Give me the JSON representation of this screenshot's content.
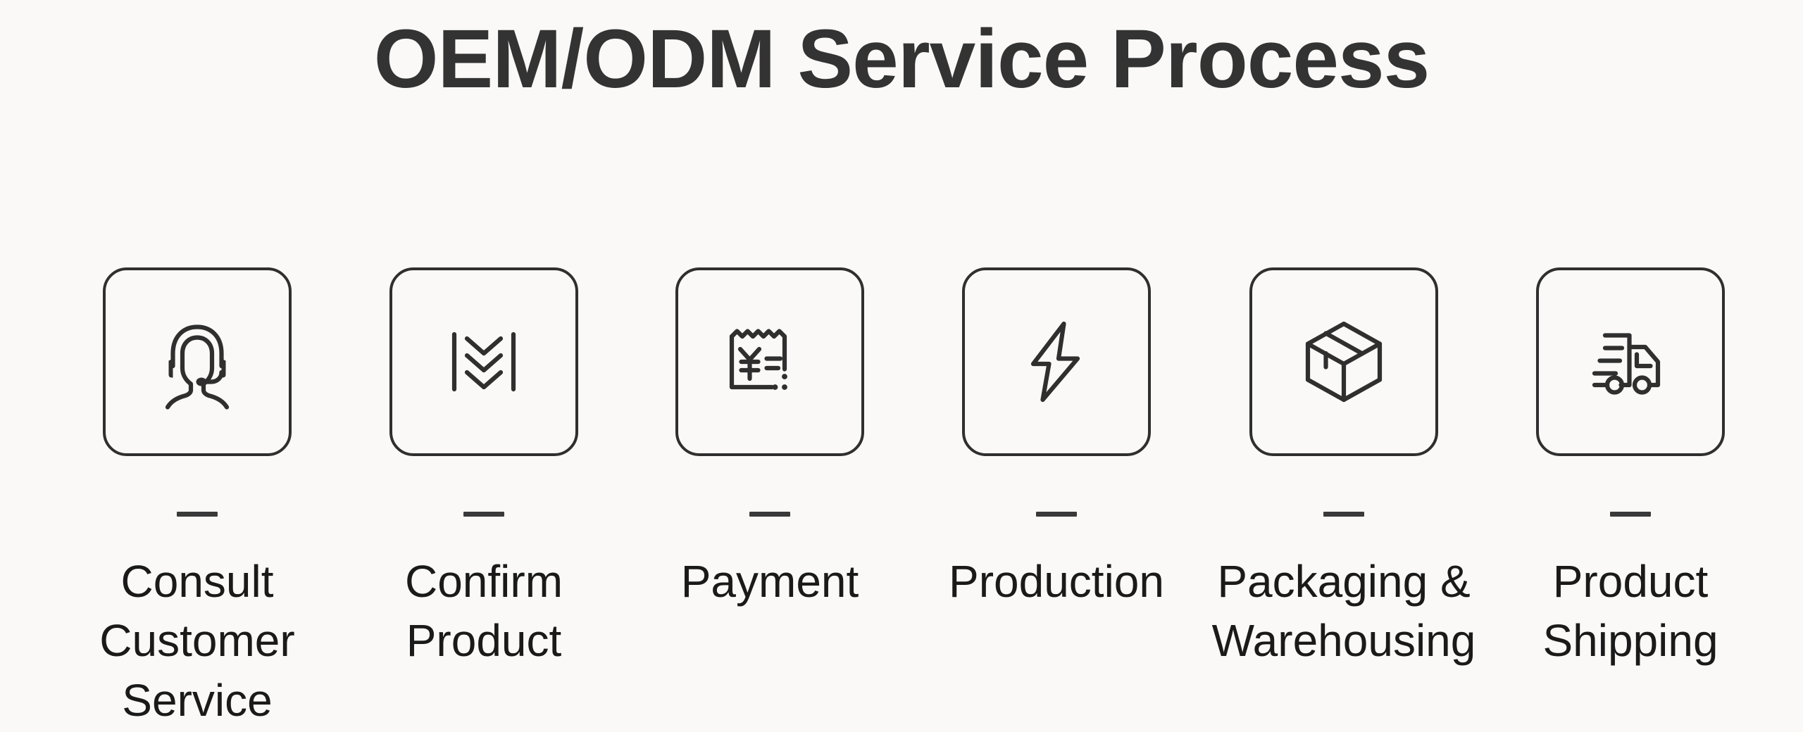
{
  "header": {
    "title": "OEM/ODM Service Process"
  },
  "colors": {
    "background": "#faf9f7",
    "title_text": "#333333",
    "label_text": "#1a1a1a",
    "icon_stroke": "#2f2f2f",
    "divider": "#3a3a3a"
  },
  "steps": [
    {
      "index": "1",
      "icon": "headset-customer-service-icon",
      "label": "Consult\nCustomer\nService"
    },
    {
      "index": "2",
      "icon": "confirm-product-chevrons-icon",
      "label": "Confirm\nProduct"
    },
    {
      "index": "3",
      "icon": "payment-receipt-yen-icon",
      "label": "Payment"
    },
    {
      "index": "4",
      "icon": "lightning-bolt-production-icon",
      "label": "Production"
    },
    {
      "index": "5",
      "icon": "package-box-icon",
      "label": "Packaging &\nWarehousing"
    },
    {
      "index": "6",
      "icon": "delivery-truck-icon",
      "label": "Product\nShipping"
    }
  ]
}
